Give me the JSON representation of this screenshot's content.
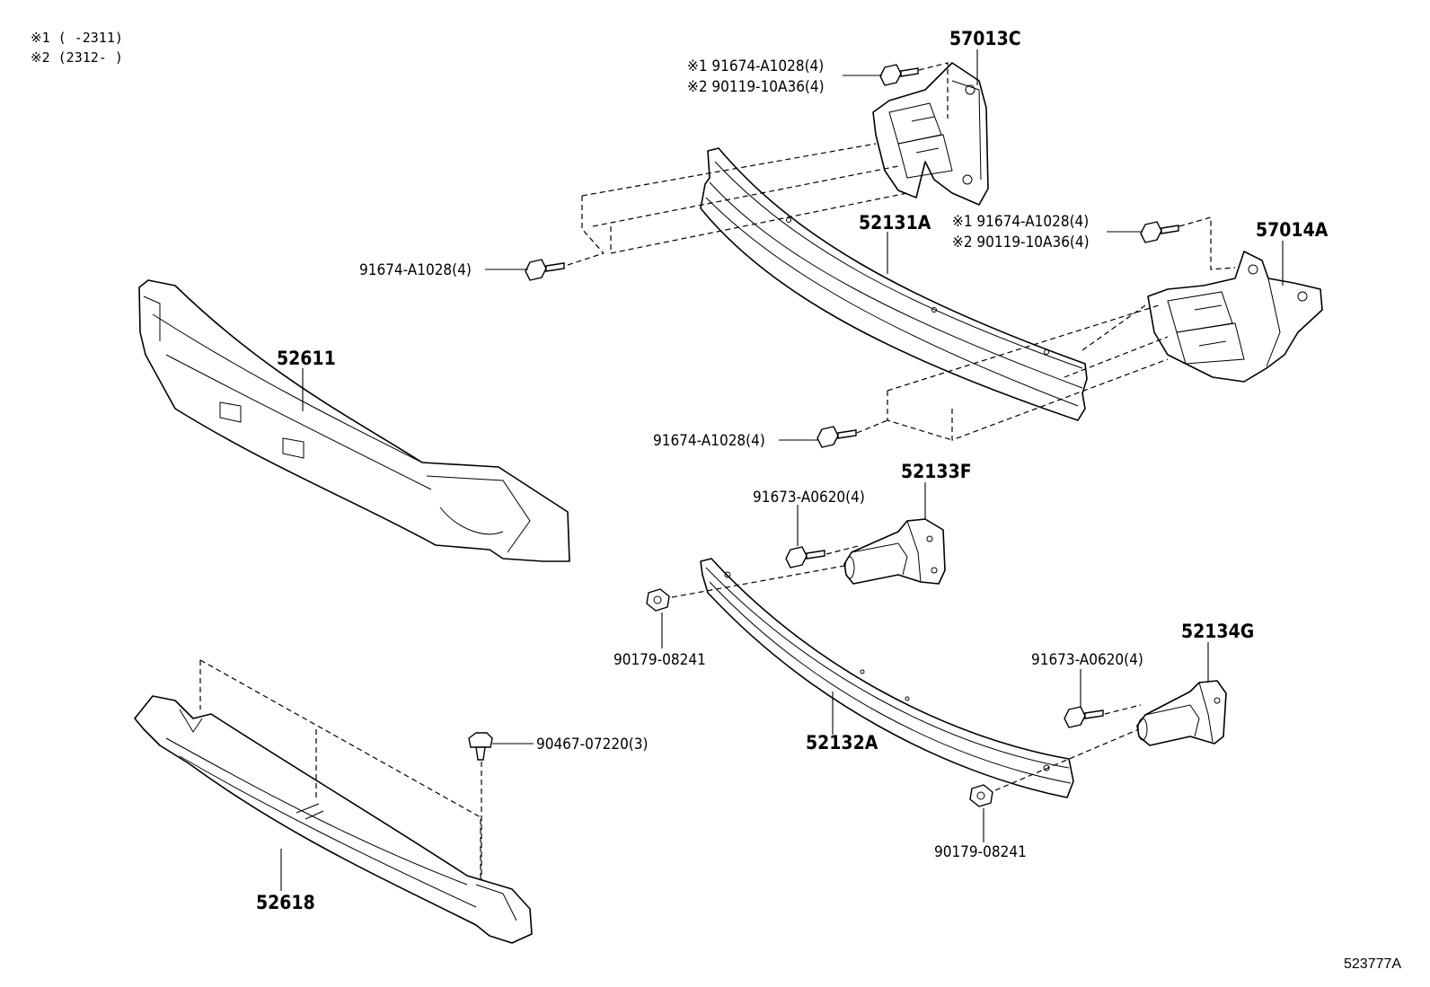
{
  "notes": {
    "n1": "※1 (      -2311)",
    "n2": "※2 (2312-      )"
  },
  "parts": {
    "p57013C": "57013C",
    "p57014A": "57014A",
    "p52131A": "52131A",
    "p52611": "52611",
    "p52618": "52618",
    "p52133F": "52133F",
    "p52134G": "52134G",
    "p52132A": "52132A"
  },
  "fasteners": {
    "f_top_1": "※1 91674-A1028(4)",
    "f_top_2": "※2 90119-10A36(4)",
    "f_right_1": "※1 91674-A1028(4)",
    "f_right_2": "※2 90119-10A36(4)",
    "f_left_bolt": "91674-A1028(4)",
    "f_lower_bolt": "91674-A1028(4)",
    "f_52133_bolt": "91673-A0620(4)",
    "f_nut_left": "90179-08241",
    "f_52134_bolt": "91673-A0620(4)",
    "f_nut_right": "90179-08241",
    "f_clip": "90467-07220(3)"
  },
  "diagram_ref": "523777A"
}
